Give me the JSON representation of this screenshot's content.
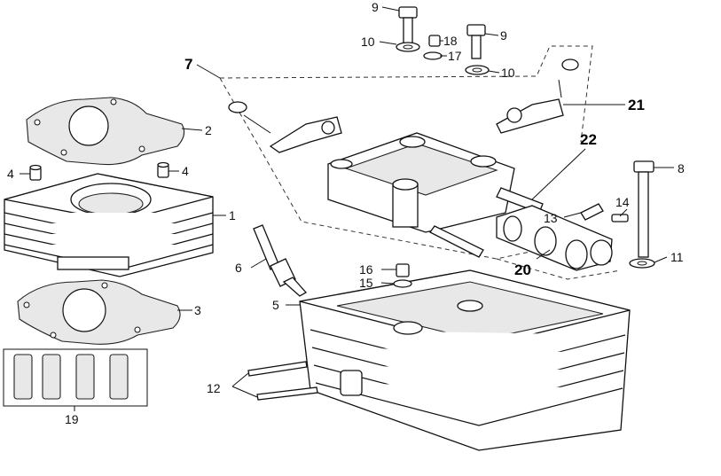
{
  "callouts": {
    "c1": "1",
    "c2": "2",
    "c3": "3",
    "c4a": "4",
    "c4b": "4",
    "c5": "5",
    "c6": "6",
    "c7": "7",
    "c8": "8",
    "c9a": "9",
    "c9b": "9",
    "c10a": "10",
    "c10b": "10",
    "c11": "11",
    "c12": "12",
    "c13": "13",
    "c14": "14",
    "c15": "15",
    "c16": "16",
    "c17": "17",
    "c18": "18",
    "c19": "19",
    "c20": "20",
    "c21": "21",
    "c22": "22"
  },
  "colors": {
    "ink": "#111111",
    "paper": "#ffffff",
    "gasket_fill": "#dcdcdc"
  }
}
